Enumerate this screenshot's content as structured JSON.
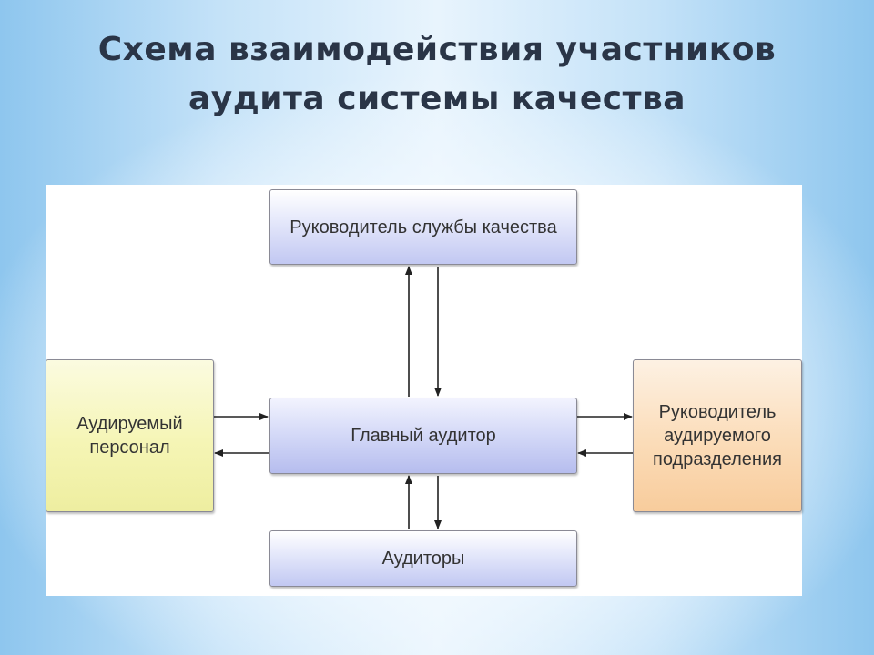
{
  "slide": {
    "title_line1": "Схема взаимодействия участников",
    "title_line2": "аудита системы качества"
  },
  "diagram": {
    "nodes": {
      "quality_head": "Руководитель службы качества",
      "lead_auditor": "Главный аудитор",
      "auditors": "Аудиторы",
      "audited_staff": "Аудируемый персонал",
      "unit_head": "Руководитель аудируемого подразделения"
    },
    "edges": [
      {
        "from": "lead_auditor",
        "to": "quality_head"
      },
      {
        "from": "quality_head",
        "to": "lead_auditor"
      },
      {
        "from": "audited_staff",
        "to": "lead_auditor"
      },
      {
        "from": "lead_auditor",
        "to": "audited_staff"
      },
      {
        "from": "lead_auditor",
        "to": "unit_head"
      },
      {
        "from": "unit_head",
        "to": "lead_auditor"
      },
      {
        "from": "auditors",
        "to": "lead_auditor"
      },
      {
        "from": "lead_auditor",
        "to": "auditors"
      }
    ],
    "colors": {
      "blue_box": "#c2c8f2",
      "yellow_box": "#f5f5b5",
      "orange_box": "#fbdcb8",
      "arrow": "#222222",
      "title_text": "#2a3547"
    }
  }
}
